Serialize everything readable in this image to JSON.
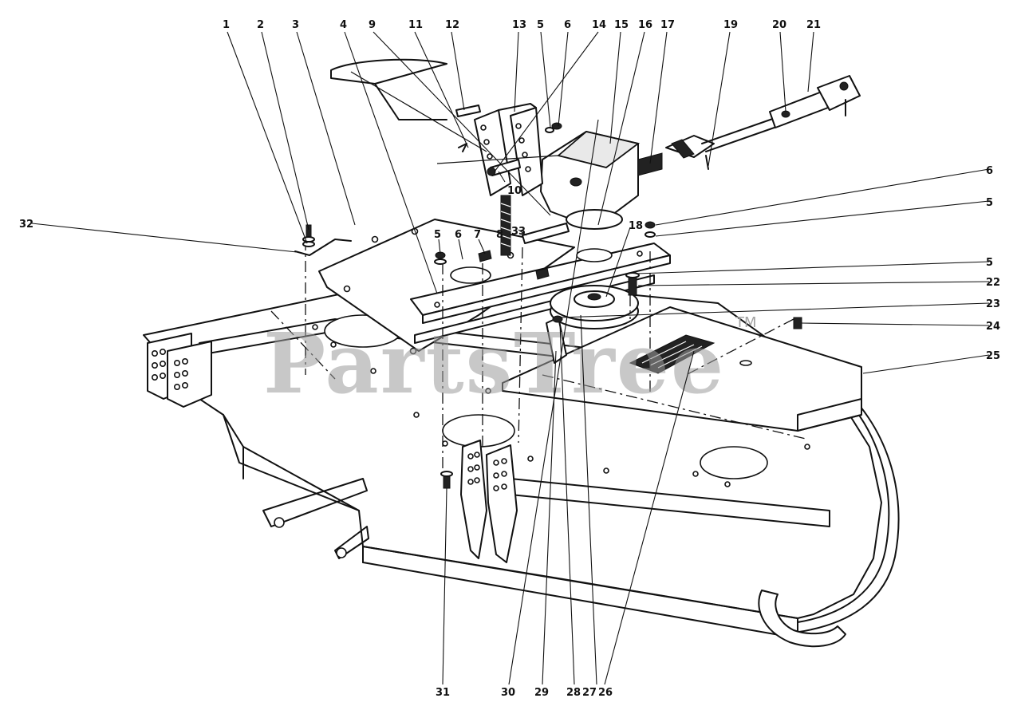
{
  "watermark": {
    "brand": "PartsTree",
    "trademark": "TM"
  },
  "callouts": [
    "1",
    "2",
    "3",
    "4",
    "5",
    "6",
    "7",
    "8",
    "9",
    "10",
    "11",
    "12",
    "13",
    "14",
    "15",
    "16",
    "17",
    "18",
    "19",
    "20",
    "21",
    "22",
    "23",
    "24",
    "25",
    "26",
    "27",
    "28",
    "29",
    "30",
    "31",
    "32",
    "33"
  ]
}
